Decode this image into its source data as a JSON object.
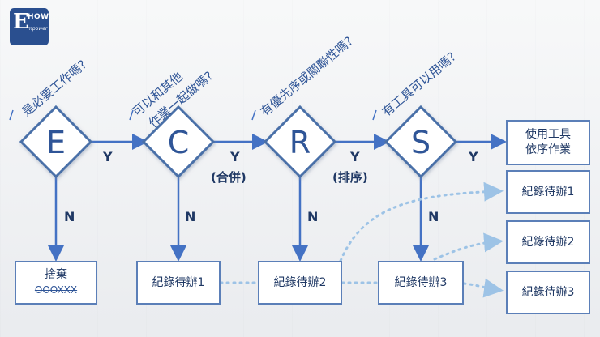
{
  "logo": {
    "letter": "E",
    "how": "HOW",
    "sub": "mpower"
  },
  "questions": {
    "e": "是必要工作嗎?",
    "c_line1": "可以和其他",
    "c_line2": "作業一起做嗎?",
    "r": "有優先序或關聯性嗎?",
    "s": "有工具可以用嗎?"
  },
  "decisions": {
    "e": "E",
    "c": "C",
    "r": "R",
    "s": "S"
  },
  "edges": {
    "yes": "Y",
    "no": "N",
    "merge": "(合併)",
    "sort": "(排序)"
  },
  "boxes": {
    "discard": "捨棄",
    "discard_note": "OOOXXX",
    "todo1": "紀錄待辦1",
    "todo2": "紀錄待辦2",
    "todo3": "紀錄待辦3",
    "tool_line1": "使用工具",
    "tool_line2": "依序作業",
    "right_todo1": "紀錄待辦1",
    "right_todo2": "紀錄待辦2",
    "right_todo3": "紀錄待辦3"
  },
  "colors": {
    "line": "#4472c4",
    "dotted": "#9dc3e6",
    "diamond_border": "#4a6fa8",
    "text": "#2f5597"
  }
}
